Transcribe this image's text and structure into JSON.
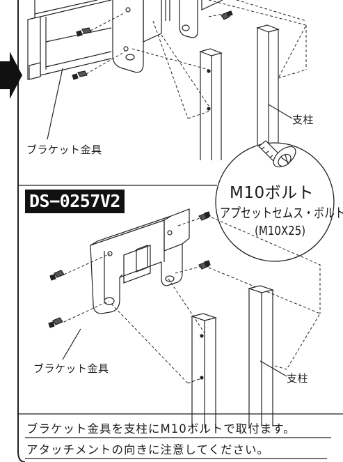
{
  "labels": {
    "bracket_top": "ブラケット金具",
    "pillar_top": "支柱",
    "bracket_bottom": "ブラケット金具",
    "pillar_bottom": "支柱"
  },
  "model_label": "DS−0257V2",
  "callout": {
    "title": "M10ボルト",
    "name": "アプセットセムス・ボルト",
    "spec": "(M10X25)"
  },
  "instructions": [
    "ブラケット金具を支柱にM10ボルトで取付ます。",
    "アタッチメントの向きに注意してください。"
  ]
}
